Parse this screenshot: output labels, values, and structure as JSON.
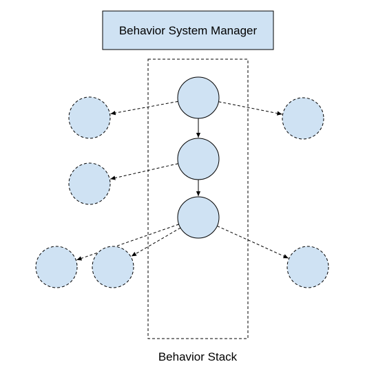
{
  "title_box": {
    "label": "Behavior System Manager"
  },
  "stack": {
    "label": "Behavior Stack"
  },
  "colors": {
    "node_fill": "#cfe2f3",
    "title_fill": "#cfe2f3",
    "stroke": "#000000",
    "background": "#ffffff"
  },
  "nodes": [
    {
      "id": "stack-top",
      "style": "solid"
    },
    {
      "id": "stack-middle",
      "style": "solid"
    },
    {
      "id": "stack-bottom",
      "style": "solid"
    },
    {
      "id": "side-left-1",
      "style": "dashed"
    },
    {
      "id": "side-right-1",
      "style": "dashed"
    },
    {
      "id": "side-left-2",
      "style": "dashed"
    },
    {
      "id": "side-left-3a",
      "style": "dashed"
    },
    {
      "id": "side-left-3b",
      "style": "dashed"
    },
    {
      "id": "side-right-3",
      "style": "dashed"
    }
  ],
  "edges": [
    {
      "from": "stack-top",
      "to": "stack-middle",
      "style": "solid"
    },
    {
      "from": "stack-middle",
      "to": "stack-bottom",
      "style": "solid"
    },
    {
      "from": "stack-top",
      "to": "side-left-1",
      "style": "dashed"
    },
    {
      "from": "stack-top",
      "to": "side-right-1",
      "style": "dashed"
    },
    {
      "from": "stack-middle",
      "to": "side-left-2",
      "style": "dashed"
    },
    {
      "from": "stack-bottom",
      "to": "side-left-3a",
      "style": "dashed"
    },
    {
      "from": "stack-bottom",
      "to": "side-left-3b",
      "style": "dashed"
    },
    {
      "from": "stack-bottom",
      "to": "side-right-3",
      "style": "dashed"
    }
  ]
}
